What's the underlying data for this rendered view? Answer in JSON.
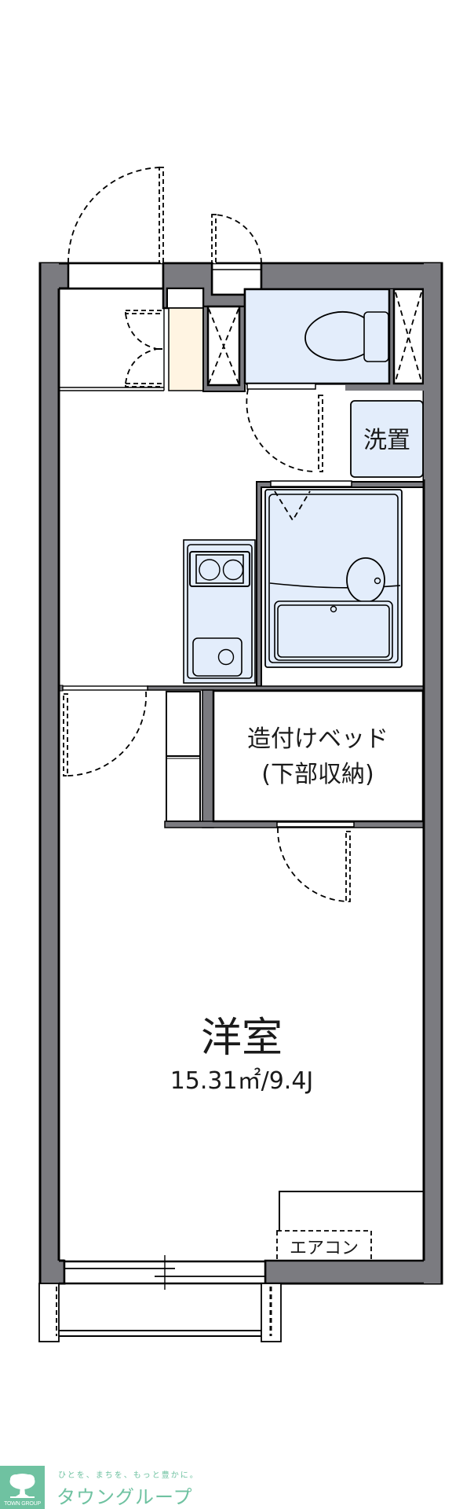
{
  "floorplan": {
    "rooms": {
      "western_room": {
        "name": "洋室",
        "area": "15.31㎡/9.4J"
      },
      "built_in_bed": {
        "line1": "造付けベッド",
        "line2": "(下部収納)"
      },
      "washer_space": {
        "label": "洗置"
      },
      "air_conditioner": {
        "label": "エアコン"
      }
    },
    "colors": {
      "wall": "#7b7b80",
      "wet_area": "#e3edfb",
      "shoe_closet": "#fff4e2",
      "brand": "#6fc2a1"
    }
  },
  "branding": {
    "tagline": "ひとを、まちを、もっと豊かに。",
    "name": "タウングループ",
    "logo_caption": "TOWN GROUP"
  }
}
